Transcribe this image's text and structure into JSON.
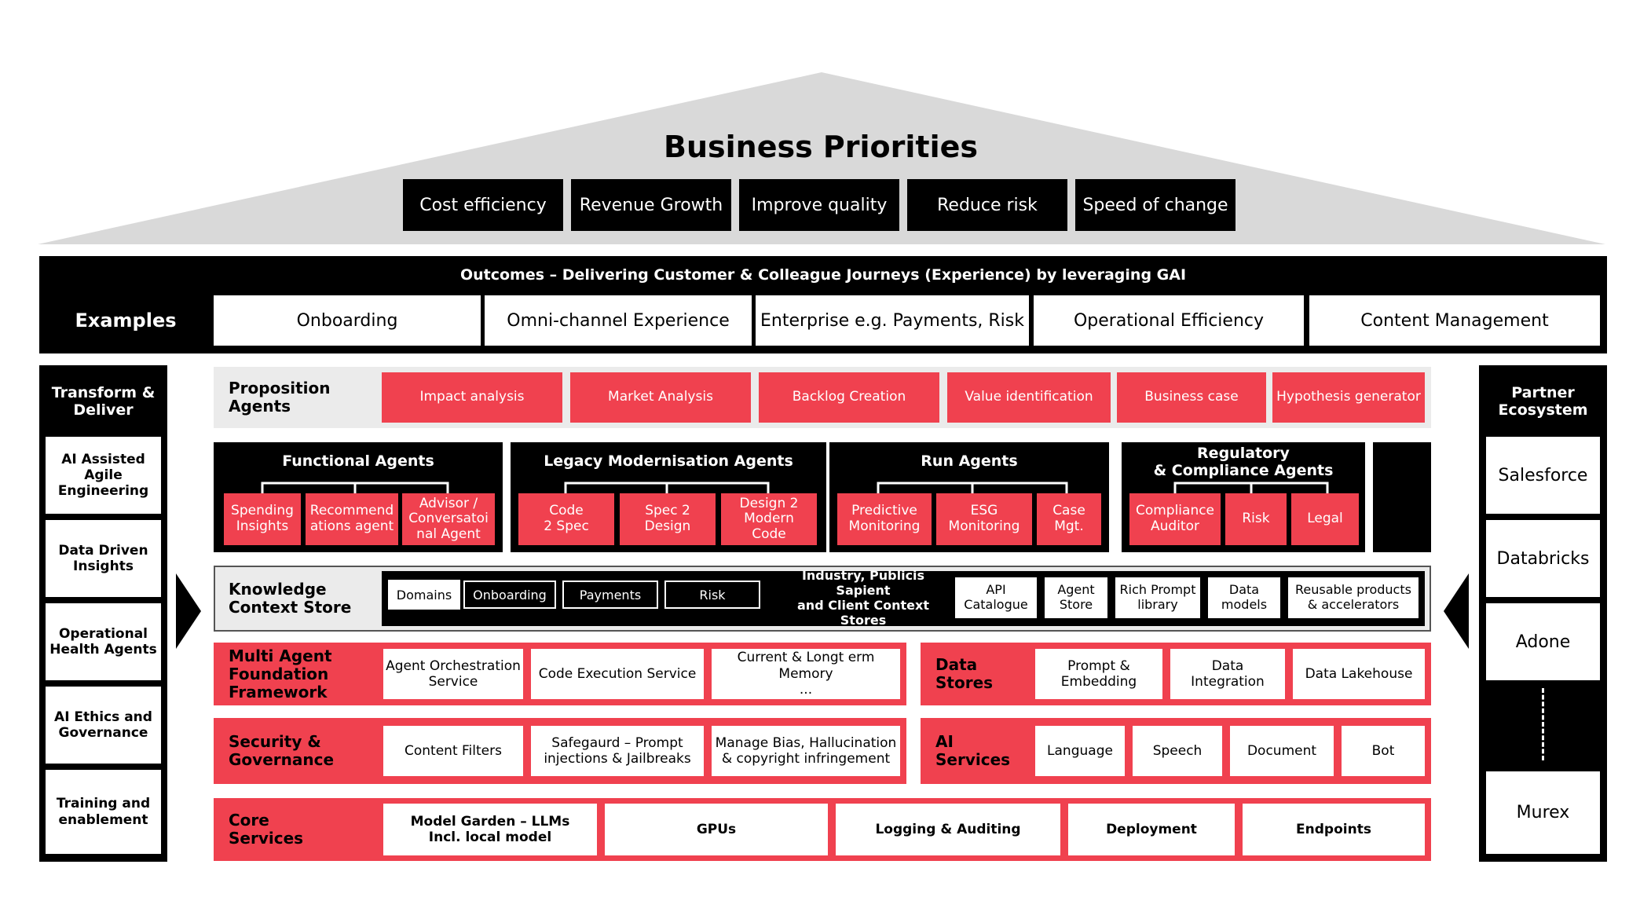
{
  "header": {
    "title": "Business Priorities",
    "priorities": [
      "Cost efficiency",
      "Revenue Growth",
      "Improve quality",
      "Reduce risk",
      "Speed of change"
    ]
  },
  "outcomes": {
    "title": "Outcomes – Delivering Customer & Colleague Journeys (Experience) by leveraging GAI",
    "examples_label": "Examples",
    "examples": [
      "Onboarding",
      "Omni-channel Experience",
      "Enterprise e.g. Payments, Risk",
      "Operational Efficiency",
      "Content Management"
    ]
  },
  "left_column": {
    "title": "Transform &\nDeliver",
    "items": [
      "AI Assisted\nAgile\nEngineering",
      "Data Driven\nInsights",
      "Operational\nHealth Agents",
      "AI Ethics and\nGovernance",
      "Training and\nenablement"
    ]
  },
  "right_column": {
    "title": "Partner\nEcosystem",
    "items": [
      "Salesforce",
      "Databricks",
      "Adone",
      "Murex"
    ]
  },
  "proposition": {
    "label": "Proposition\nAgents",
    "items": [
      "Impact analysis",
      "Market Analysis",
      "Backlog Creation",
      "Value identification",
      "Business case",
      "Hypothesis generator"
    ]
  },
  "agent_groups": [
    {
      "title": "Functional Agents",
      "items": [
        "Spending\nInsights",
        "Recommend\nations agent",
        "Advisor /\nConversatoi\nnal Agent"
      ]
    },
    {
      "title": "Legacy Modernisation Agents",
      "items": [
        "Code\n2 Spec",
        "Spec 2\nDesign",
        "Design 2\nModern\nCode"
      ]
    },
    {
      "title": "Run Agents",
      "items": [
        "Predictive\nMonitoring",
        "ESG\nMonitoring",
        "Case\nMgt."
      ]
    },
    {
      "title": "Regulatory\n& Compliance Agents",
      "items": [
        "Compliance\nAuditor",
        "Risk",
        "Legal"
      ]
    }
  ],
  "knowledge": {
    "label": "Knowledge\nContext Store",
    "domains_label": "Domains",
    "domains": [
      "Onboarding",
      "Payments",
      "Risk"
    ],
    "stores_label": "Industry, Publicis Sapient\nand Client Context Stores",
    "stores": [
      "API\nCatalogue",
      "Agent\nStore",
      "Rich Prompt\nlibrary",
      "Data\nmodels",
      "Reusable products\n& accelerators"
    ]
  },
  "layers": {
    "multi_agent": {
      "label": "Multi Agent\nFoundation\nFramework",
      "items": [
        "Agent Orchestration\nService",
        "Code Execution Service",
        "Current & Longt erm Memory\n..."
      ]
    },
    "data_stores": {
      "label": "Data\nStores",
      "items": [
        "Prompt &\nEmbedding",
        "Data\nIntegration",
        "Data Lakehouse"
      ]
    },
    "security": {
      "label": "Security &\nGovernance",
      "items": [
        "Content Filters",
        "Safegaurd – Prompt\ninjections & Jailbreaks",
        "Manage Bias, Hallucination\n& copyright infringement"
      ]
    },
    "ai_services": {
      "label": "AI\nServices",
      "items": [
        "Language",
        "Speech",
        "Document",
        "Bot"
      ]
    },
    "core": {
      "label": "Core\nServices",
      "items": [
        "Model Garden – LLMs\nIncl. local model",
        "GPUs",
        "Logging & Auditing",
        "Deployment",
        "Endpoints"
      ]
    }
  },
  "colors": {
    "accent_red": "#f0414f",
    "black": "#000000",
    "roof_gray": "#d9d9d9"
  }
}
